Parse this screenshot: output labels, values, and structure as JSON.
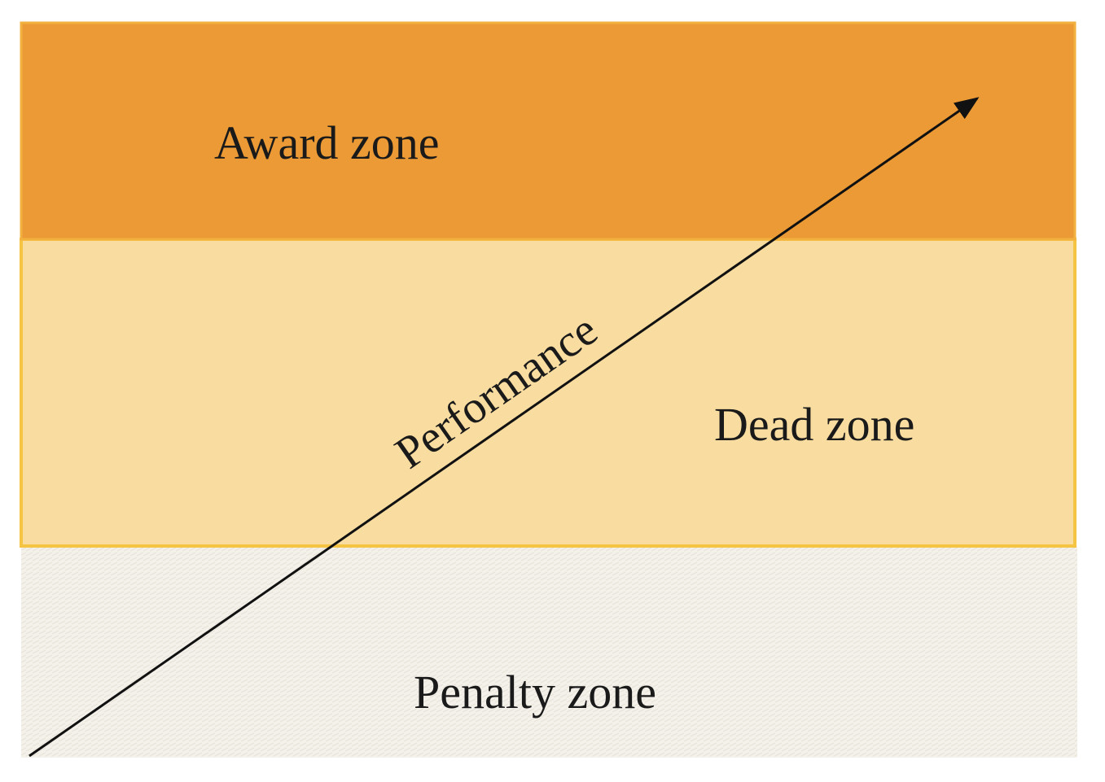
{
  "zones": {
    "award": {
      "label": "Award zone",
      "color": "#eb9a35",
      "border_color": "#f2b13f"
    },
    "dead": {
      "label": "Dead zone",
      "color": "#f8dca0",
      "border_color": "#f6c443"
    },
    "penalty": {
      "label": "Penalty zone",
      "color": "#f4f1ea"
    }
  },
  "arrow": {
    "label": "Performance",
    "color": "#111111"
  }
}
